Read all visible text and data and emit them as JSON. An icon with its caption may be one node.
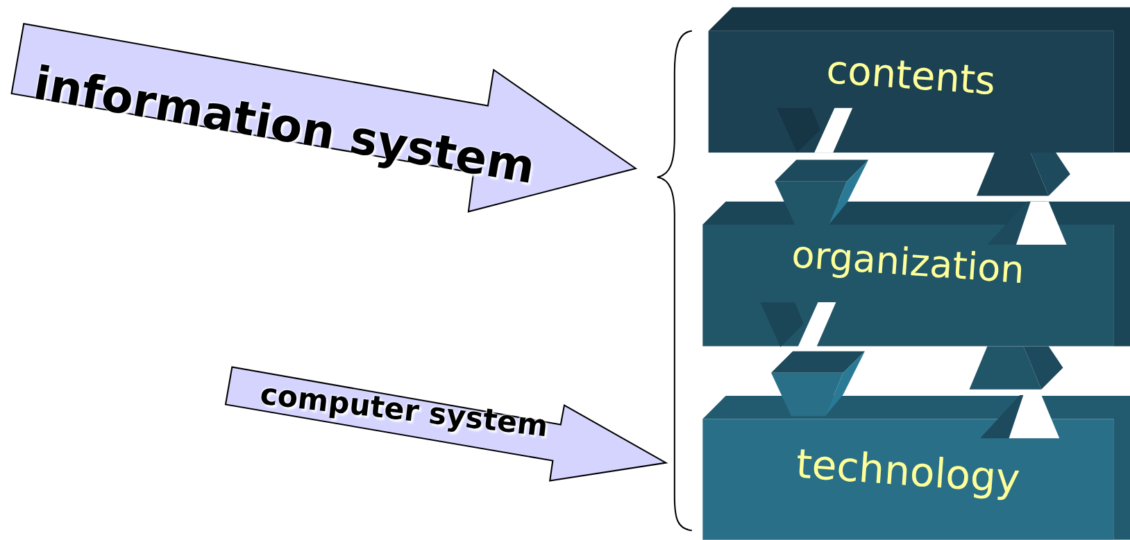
{
  "diagram": {
    "nodes": [
      {
        "text": [
          "information system"
        ]
      },
      {
        "text": [
          "computer system"
        ]
      },
      {
        "text": [
          "contents"
        ]
      },
      {
        "text": [
          "organization"
        ]
      },
      {
        "text": [
          "technology"
        ]
      }
    ]
  }
}
